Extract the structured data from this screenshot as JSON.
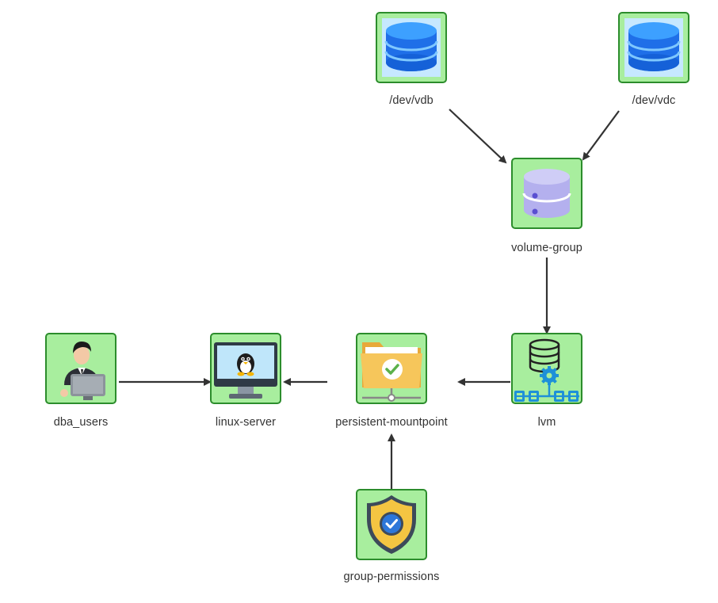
{
  "nodes": {
    "vdb": {
      "label": "/dev/vdb",
      "icon": "disk-icon"
    },
    "vdc": {
      "label": "/dev/vdc",
      "icon": "disk-icon"
    },
    "volume_group": {
      "label": "volume-group",
      "icon": "database-icon"
    },
    "lvm": {
      "label": "lvm",
      "icon": "database-network-icon"
    },
    "persistent_mountpoint": {
      "label": "persistent-mountpoint",
      "icon": "shared-folder-icon"
    },
    "linux_server": {
      "label": "linux-server",
      "icon": "linux-monitor-icon"
    },
    "dba_users": {
      "label": "dba_users",
      "icon": "user-at-computer-icon"
    },
    "group_permissions": {
      "label": "group-permissions",
      "icon": "shield-check-icon"
    }
  },
  "edges": [
    {
      "from": "/dev/vdb",
      "to": "volume-group"
    },
    {
      "from": "/dev/vdc",
      "to": "volume-group"
    },
    {
      "from": "volume-group",
      "to": "lvm"
    },
    {
      "from": "lvm",
      "to": "persistent-mountpoint"
    },
    {
      "from": "persistent-mountpoint",
      "to": "linux-server"
    },
    {
      "from": "dba_users",
      "to": "linux-server"
    },
    {
      "from": "group-permissions",
      "to": "persistent-mountpoint"
    }
  ],
  "colors": {
    "node_fill": "#a8ee9e",
    "node_border": "#2c8d2c",
    "edge": "#333333",
    "disk_blue": "#1e74f0",
    "db_lavender": "#b8b4ef",
    "lvm_blue": "#1e90d8"
  }
}
